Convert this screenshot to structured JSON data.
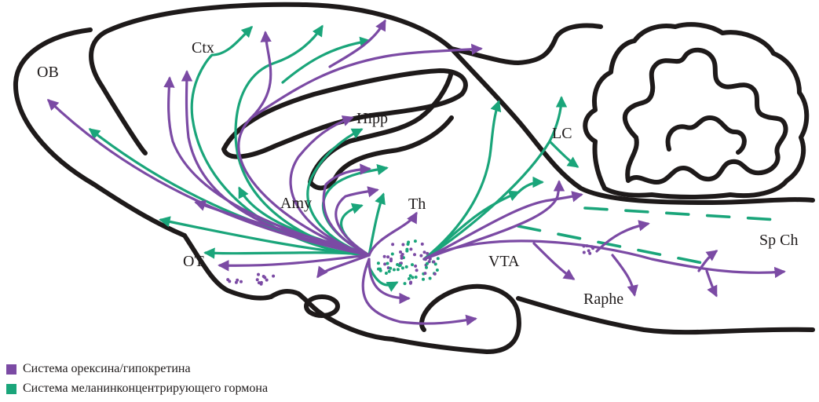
{
  "labels": {
    "ob": "OB",
    "ctx": "Ctx",
    "hipp": "Hipp",
    "lc": "LC",
    "amy": "Amy",
    "th": "Th",
    "ot": "OT",
    "vta": "VTA",
    "raphe": "Raphe",
    "spch": "Sp Ch"
  },
  "legend": [
    {
      "label": "Система орексина/гипокретина",
      "color": "#7b4aa4"
    },
    {
      "label": "Система меланинконцентрирующего гормона",
      "color": "#1aa57a"
    }
  ],
  "colors": {
    "outline": "#1e1a1a",
    "orexin": "#7b4aa4",
    "mch": "#1aa57a"
  }
}
